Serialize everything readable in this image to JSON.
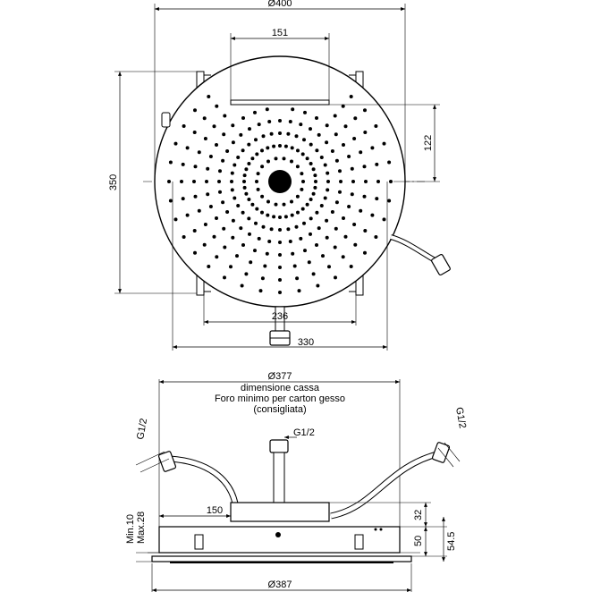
{
  "top_view": {
    "dim_diameter": "Ø400",
    "dim_top_width": "151",
    "dim_height": "350",
    "dim_right": "122",
    "dim_lower_inner": "236",
    "dim_lower_outer": "330"
  },
  "side_view": {
    "dim_diameter_casing": "Ø377",
    "note_line1": "dimensione cassa",
    "note_line2": "Foro minimo per carton gesso",
    "note_line3": "(consigliata)",
    "thread_left": "G1/2",
    "thread_center": "G1/2",
    "thread_right": "G1/2",
    "dim_box_width": "150",
    "dim_min": "Min.10",
    "dim_max": "Max.28",
    "dim_32": "32",
    "dim_50": "50",
    "dim_54_5": "54.5",
    "dim_bottom_diameter": "Ø387"
  }
}
